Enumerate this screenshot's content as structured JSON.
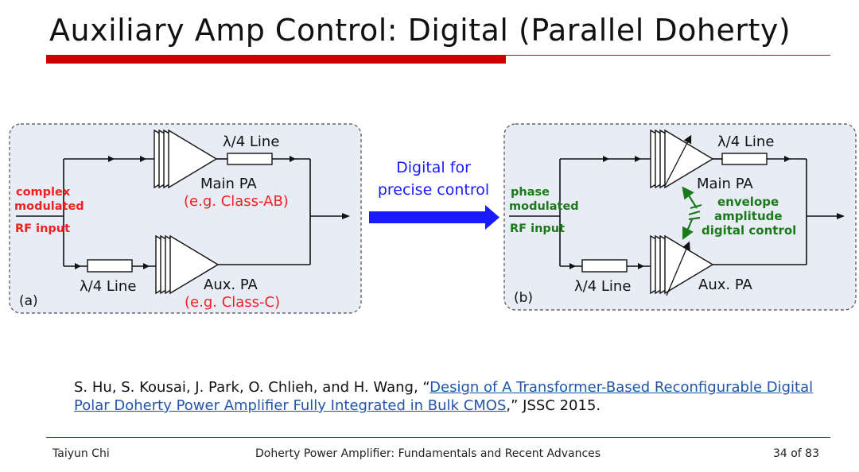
{
  "slide": {
    "title": "Auxiliary Amp Control: Digital (Parallel Doherty)"
  },
  "colors": {
    "accent_red": "#cc0000",
    "label_red": "#ee2222",
    "label_green": "#1a7a1a",
    "arrow_blue": "#1a1aff",
    "panel_fill": "#e8ecf4"
  },
  "panel_a": {
    "tag": "(a)",
    "input_label": [
      "complex",
      "modulated",
      "RF input"
    ],
    "top_line_label": "λ/4 Line",
    "main_pa_label": "Main PA",
    "main_pa_class": "(e.g. Class-AB)",
    "bottom_line_label": "λ/4 Line",
    "aux_pa_label": "Aux. PA",
    "aux_pa_class": "(e.g. Class-C)"
  },
  "middle_arrow": {
    "line1": "Digital for",
    "line2": "precise control"
  },
  "panel_b": {
    "tag": "(b)",
    "input_label": [
      "phase",
      "modulated",
      "RF input"
    ],
    "top_line_label": "λ/4 Line",
    "main_pa_label": "Main PA",
    "control_label": [
      "envelope",
      "amplitude",
      "digital control"
    ],
    "bottom_line_label": "λ/4 Line",
    "aux_pa_label": "Aux. PA"
  },
  "citation": {
    "authors": "S. Hu, S. Kousai, J. Park, O. Chlieh, and H. Wang, “",
    "link_text": "Design of A Transformer-Based Reconfigurable Digital Polar Doherty Power Amplifier Fully Integrated in Bulk CMOS",
    "suffix": ",” JSSC 2015."
  },
  "footer": {
    "author": "Taiyun Chi",
    "course": "Doherty Power Amplifier: Fundamentals and Recent Advances",
    "page": "34 of 83"
  }
}
